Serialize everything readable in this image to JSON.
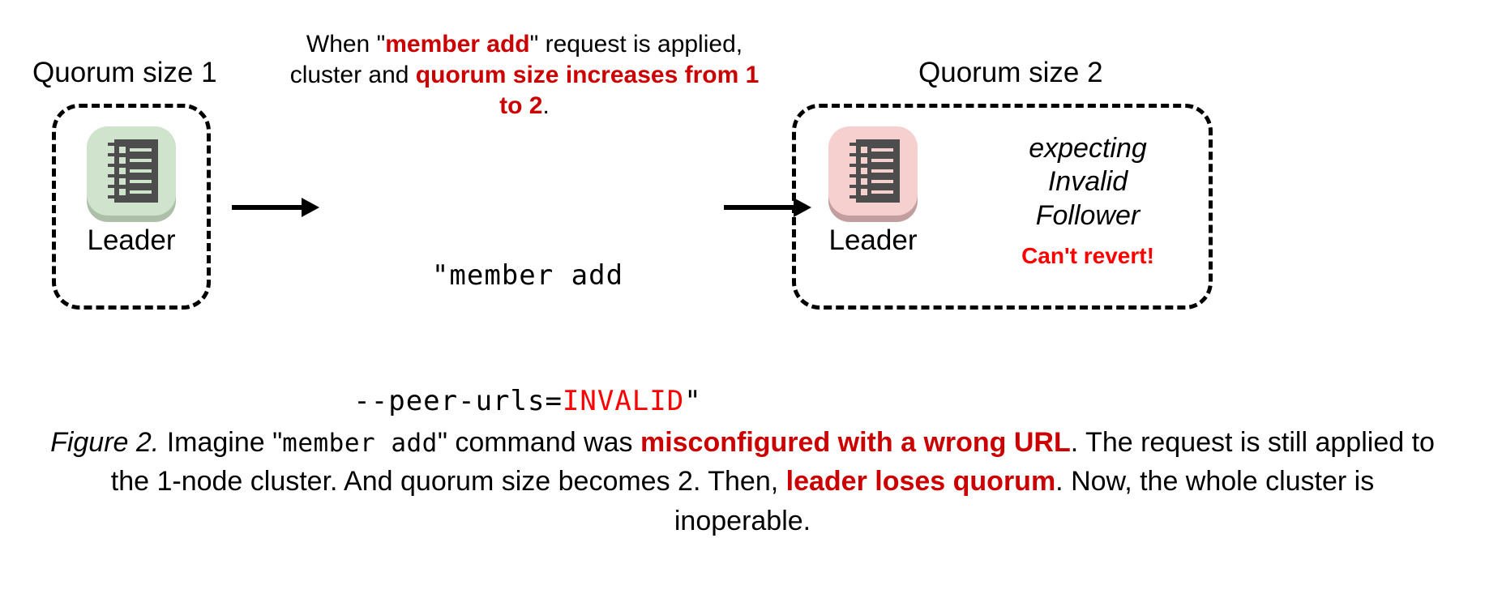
{
  "figure": {
    "colors": {
      "accent_red": "#CC0000",
      "alert_red": "#FF0000",
      "leader_healthy_bg": "#CFE3CD",
      "leader_healthy_shadow": "#AEBFA9",
      "leader_failed_bg": "#F6CFCF",
      "leader_failed_shadow": "#C39E9E",
      "rack_dark": "#4D4D4D",
      "text_black": "#000000"
    },
    "left_cluster": {
      "title": "Quorum size 1",
      "node": {
        "icon": "server-rack-icon",
        "state": "healthy",
        "label": "Leader"
      }
    },
    "right_cluster": {
      "title": "Quorum size 2",
      "node": {
        "icon": "server-rack-icon",
        "state": "failed",
        "label": "Leader"
      },
      "status": {
        "lines": [
          "expecting",
          "Invalid",
          "Follower"
        ],
        "warning": "Can't revert!"
      }
    },
    "top_note": {
      "segment_1": "When \"",
      "segment_2_red": "member add",
      "segment_3": "\" request is applied, cluster and ",
      "segment_4_red": "quorum size increases from 1 to 2",
      "segment_5": ".",
      "full_text": "When \"member add\" request is applied, cluster and quorum size increases from 1 to 2."
    },
    "command": {
      "line_1": "\"member add",
      "line_2_prefix": "--peer-urls=",
      "line_2_invalid": "INVALID",
      "line_2_suffix": "\"",
      "full_text": "\"member add --peer-urls=INVALID\""
    },
    "arrows": {
      "left": "arrow-right-icon",
      "right": "arrow-right-icon"
    },
    "caption": {
      "label": "Figure 2.",
      "part_1": " Imagine \"",
      "mono_1": "member add",
      "part_2": "\" command was ",
      "red_1": "misconfigured with a wrong URL",
      "part_3": ". The request is still applied to the 1-node cluster. And quorum size becomes 2. Then, ",
      "red_2": "leader loses quorum",
      "part_4": ". Now, the whole cluster is inoperable.",
      "full_text": "Figure 2. Imagine \"member add\" command was misconfigured with a wrong URL. The request is still applied to the 1-node cluster. And quorum size becomes 2. Then, leader loses quorum. Now, the whole cluster is inoperable."
    }
  }
}
